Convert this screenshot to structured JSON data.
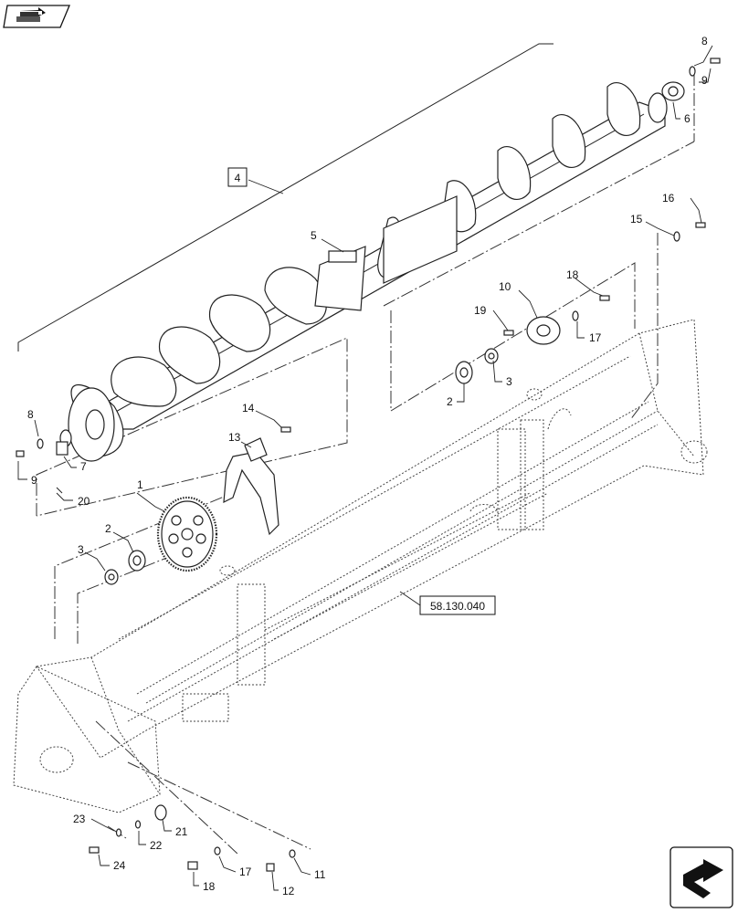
{
  "navigation": {
    "top_icon": "book-arrow-icon",
    "bottom_icon": "return-arrow-icon"
  },
  "diagram": {
    "assembly_box_label": "4",
    "reference_box_label": "58.130.040",
    "callouts": [
      "1",
      "2",
      "2",
      "3",
      "3",
      "5",
      "6",
      "7",
      "8",
      "8",
      "9",
      "9",
      "10",
      "11",
      "12",
      "13",
      "14",
      "15",
      "16",
      "17",
      "17",
      "18",
      "18",
      "19",
      "20",
      "21",
      "22",
      "23",
      "24"
    ]
  },
  "colors": {
    "line": "#222222",
    "background": "#ffffff"
  }
}
